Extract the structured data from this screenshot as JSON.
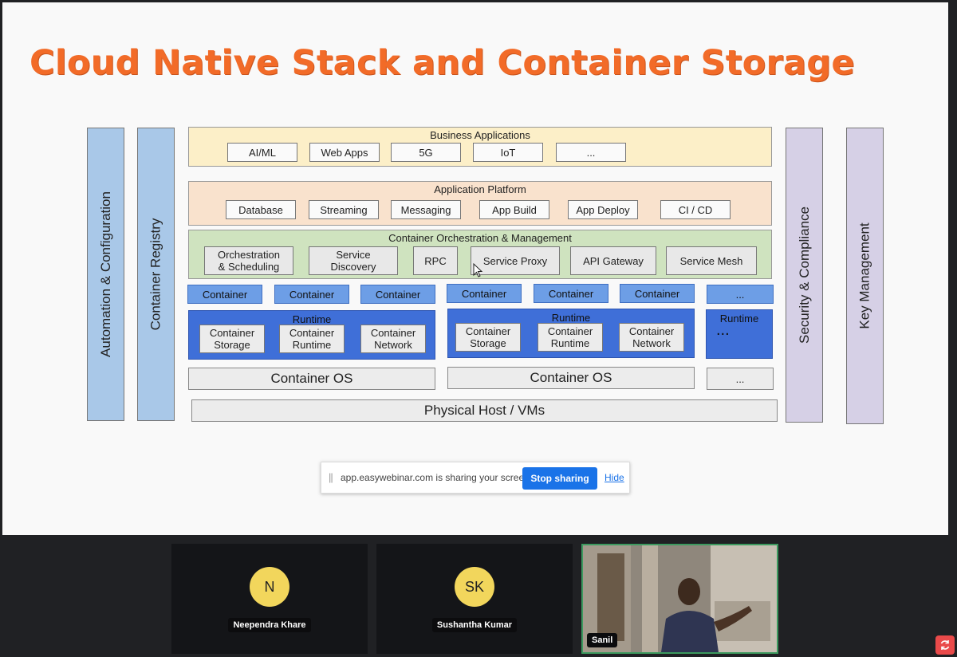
{
  "slide": {
    "title": "Cloud Native Stack and Container Storage",
    "columns": {
      "automation": "Automation & Configuration",
      "registry": "Container Registry",
      "security": "Security & Compliance",
      "keys": "Key Management"
    },
    "business": {
      "title": "Business Applications",
      "items": [
        "AI/ML",
        "Web Apps",
        "5G",
        "IoT",
        "..."
      ]
    },
    "platform": {
      "title": "Application Platform",
      "items": [
        "Database",
        "Streaming",
        "Messaging",
        "App Build",
        "App Deploy",
        "CI / CD"
      ]
    },
    "orchestration": {
      "title": "Container Orchestration & Management",
      "items": [
        "Orchestration\n& Scheduling",
        "Service\nDiscovery",
        "RPC",
        "Service Proxy",
        "API Gateway",
        "Service Mesh"
      ]
    },
    "containers": [
      "Container",
      "Container",
      "Container",
      "Container",
      "Container",
      "Container",
      "..."
    ],
    "runtime": {
      "title": "Runtime",
      "storage": "Container\nStorage",
      "runtime": "Container\nRuntime",
      "network": "Container\nNetwork",
      "more": "..."
    },
    "os": {
      "label": "Container OS",
      "more": "..."
    },
    "physical": "Physical Host / VMs"
  },
  "share_bar": {
    "message": "app.easywebinar.com is sharing your screen.",
    "stop_label": "Stop sharing",
    "hide_label": "Hide"
  },
  "participants": [
    {
      "initials": "N",
      "name": "Neependra Khare"
    },
    {
      "initials": "SK",
      "name": "Sushantha Kumar"
    },
    {
      "name": "Sanil"
    }
  ],
  "colors": {
    "title_orange": "#f26b28",
    "stop_button": "#1a73e8",
    "avatar_yellow": "#f2d65c",
    "active_speaker_border": "#3c9a5f"
  }
}
